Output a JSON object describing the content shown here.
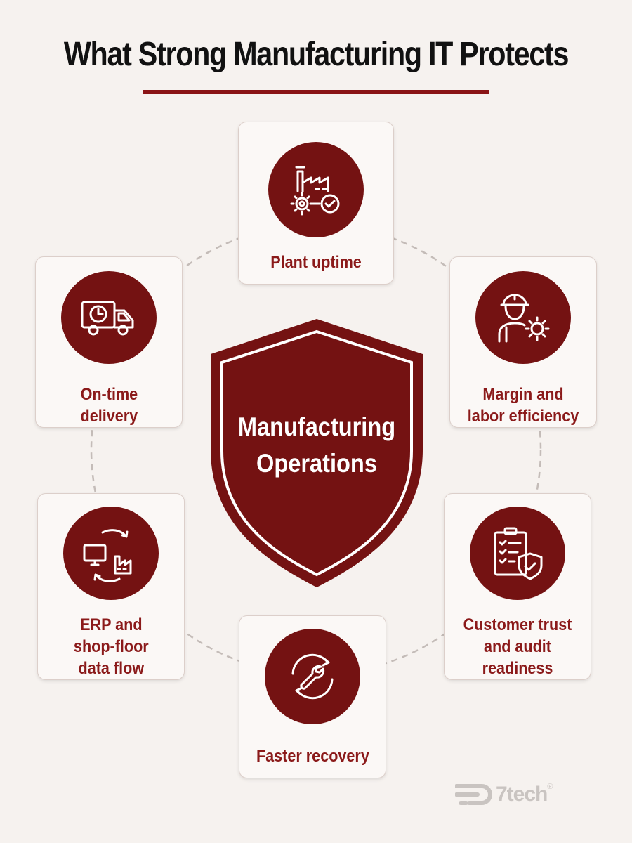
{
  "title": "What Strong Manufacturing IT Protects",
  "center": {
    "line1": "Manufacturing",
    "line2": "Operations"
  },
  "cards": {
    "plant_uptime": {
      "label": "Plant uptime",
      "icon": "factory-gear-check-icon"
    },
    "margin": {
      "line1": "Margin and",
      "line2": "labor efficiency",
      "icon": "worker-gear-icon"
    },
    "customer_trust": {
      "line1": "Customer trust",
      "line2": "and audit",
      "line3": "readiness",
      "icon": "checklist-shield-icon"
    },
    "faster_recovery": {
      "label": "Faster recovery",
      "icon": "wrench-cycle-icon"
    },
    "erp": {
      "line1": "ERP and",
      "line2": "shop-floor",
      "line3": "data flow",
      "icon": "computer-factory-sync-icon"
    },
    "delivery": {
      "line1": "On-time",
      "line2": "delivery",
      "icon": "delivery-truck-clock-icon"
    }
  },
  "logo": {
    "text": "7tech",
    "mark": "®"
  },
  "colors": {
    "accent": "#741212",
    "label": "#8b1a1a",
    "rule": "#8a1416",
    "background": "#f6f2ef"
  }
}
